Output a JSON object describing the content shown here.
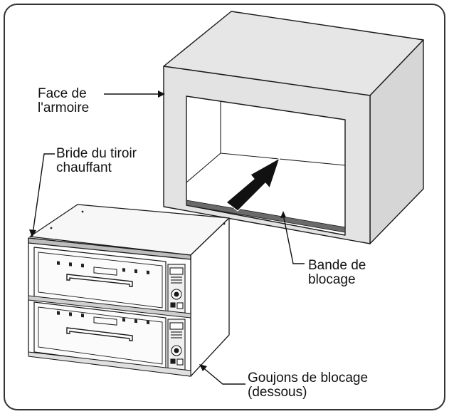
{
  "labels": {
    "cabinet_face": {
      "line1": "Face de",
      "line2": "l'armoire"
    },
    "drawer_flange": {
      "line1": "Bride du tiroir",
      "line2": "chauffant"
    },
    "locking_strip": {
      "line1": "Bande de",
      "line2": "blocage"
    },
    "locking_studs": {
      "line1": "Goujons de blocage",
      "line2": "(dessous)"
    }
  },
  "colors": {
    "frame_border": "#333333",
    "cabinet_fill": "#e3e3e3",
    "cabinet_side": "#d2d2d2",
    "line": "#1a1a1a",
    "arrow_fill": "#111111"
  },
  "icons": {
    "insert_arrow": "arrow-icon",
    "drawer_handle": "handle-icon",
    "control_knob": "knob-icon"
  }
}
